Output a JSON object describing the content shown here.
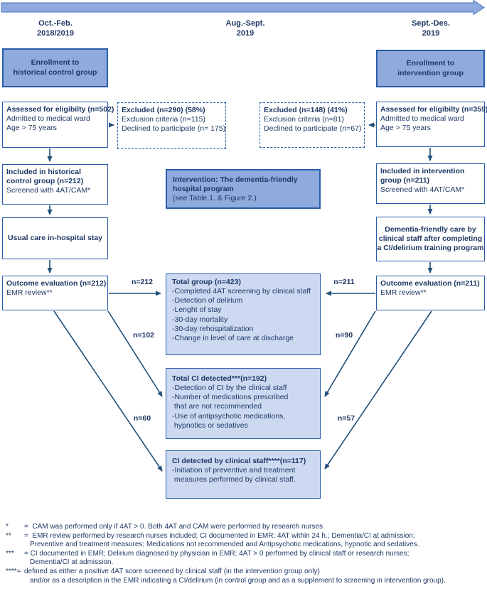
{
  "colors": {
    "accent_fill": "#8faadc",
    "light_fill": "#ccd9f1",
    "border_color": "#2a5caa",
    "text_color": "#1f3864",
    "line_color": "#1f4e79",
    "timeline_border": "#4472c4"
  },
  "timeline": {
    "periods": [
      {
        "l1": "Oct.-Feb.",
        "l2": "2018/2019"
      },
      {
        "l1": "Aug.-Sept.",
        "l2": "2019"
      },
      {
        "l1": "Sept.-Des.",
        "l2": "2019"
      }
    ]
  },
  "control": {
    "enrollment": {
      "lines": [
        "Enrollment to",
        "historical control group"
      ]
    },
    "assessed": {
      "title": "Assessed for eligibilty (n=502)",
      "lines": [
        "Admitted to medical ward",
        "Age > 75 years"
      ]
    },
    "excluded": {
      "title": "Excluded (n=290) (58%)",
      "lines": [
        "Exclusion criteria (n=115)",
        "Declined to participate (n= 175)"
      ]
    },
    "included": {
      "title_lines": [
        "Included in historical",
        "control group (n=212)"
      ],
      "line": "Screened with 4AT/CAM*"
    },
    "care": {
      "lines": [
        "Usual care in-hospital stay"
      ]
    },
    "outcome": {
      "title": "Outcome evaluation (n=212)",
      "line": "EMR review**"
    }
  },
  "intervention_group": {
    "enrollment": {
      "lines": [
        "Enrollment to",
        "intervention group"
      ]
    },
    "assessed": {
      "title": "Assessed for eligibilty (n=359)",
      "lines": [
        "Admitted to medical ward",
        "Age > 75 years"
      ]
    },
    "excluded": {
      "title": "Excluded (n=148) (41%)",
      "lines": [
        "Exclusion criteria (n=81)",
        "Declined to participate (n=67)"
      ]
    },
    "included": {
      "title_lines": [
        "Included in intervention",
        "group (n=211)"
      ],
      "line": "Screened with 4AT/CAM*"
    },
    "care": {
      "lines": [
        "Dementia-friendly care by",
        "clinical staff after completing",
        "a CI/delirium training program"
      ]
    },
    "outcome": {
      "title": "Outcome evaluation (n=211)",
      "line": "EMR review**"
    }
  },
  "middle": {
    "intervention": {
      "title_lines": [
        "Intervention: The dementia-friendly",
        "hospital program"
      ],
      "line": "(see Table 1. & Figure 2.)"
    },
    "total_group": {
      "title": "Total group (n=423)",
      "items": [
        "-Completed 4AT screening by clinical staff",
        "-Detection of delirium",
        "-Lenght of stay",
        "-30-day mortality",
        "-30-day rehospitalization",
        "-Change in level of care at discharge"
      ]
    },
    "total_ci": {
      "title": "Total CI detected***(n=192)",
      "items": [
        "-Detection of CI by the clinical staff",
        "-Number of medications prescribed",
        " that are not recommended",
        "-Use of antipsychotic medications,",
        " hypnotics or sedatives"
      ]
    },
    "ci_detected": {
      "title": "CI detected by clinical staff****(n=117)",
      "items": [
        "-Initiation of preventive and treatment",
        " measures performed by clinical staff."
      ]
    }
  },
  "flow_labels": {
    "n212": "n=212",
    "n102": "n=102",
    "n60": "n=60",
    "n211": "n=211",
    "n90": "n=90",
    "n57": "n=57"
  },
  "footnotes": [
    {
      "symbol": "*",
      "text": "=  CAM was performed only if 4AT > 0. Both 4AT and CAM were performed by research nurses",
      "cont": ""
    },
    {
      "symbol": "**",
      "text": "=  EMR review performed by research nurses included; CI documented in EMR; 4AT within 24 h.; Dementia/CI at admission;",
      "cont": "Preventive and treatment measures; Medications not recommended and Antipsychotic medications, hypnotic and sedatives."
    },
    {
      "symbol": "***",
      "text": "= CI documented in EMR; Delirium diagnosed by physician in EMR; 4AT > 0 performed by clinical staff or research nurses;",
      "cont": "Dementia/CI at admission."
    },
    {
      "symbol": "****=",
      "text": "defined as either a positive 4AT score screened by clinical staff (in the intervention group only)",
      "cont": "and/or as a description in the EMR indicating a CI/delirium (in control group and as a supplement to screening in intervention group)."
    }
  ]
}
